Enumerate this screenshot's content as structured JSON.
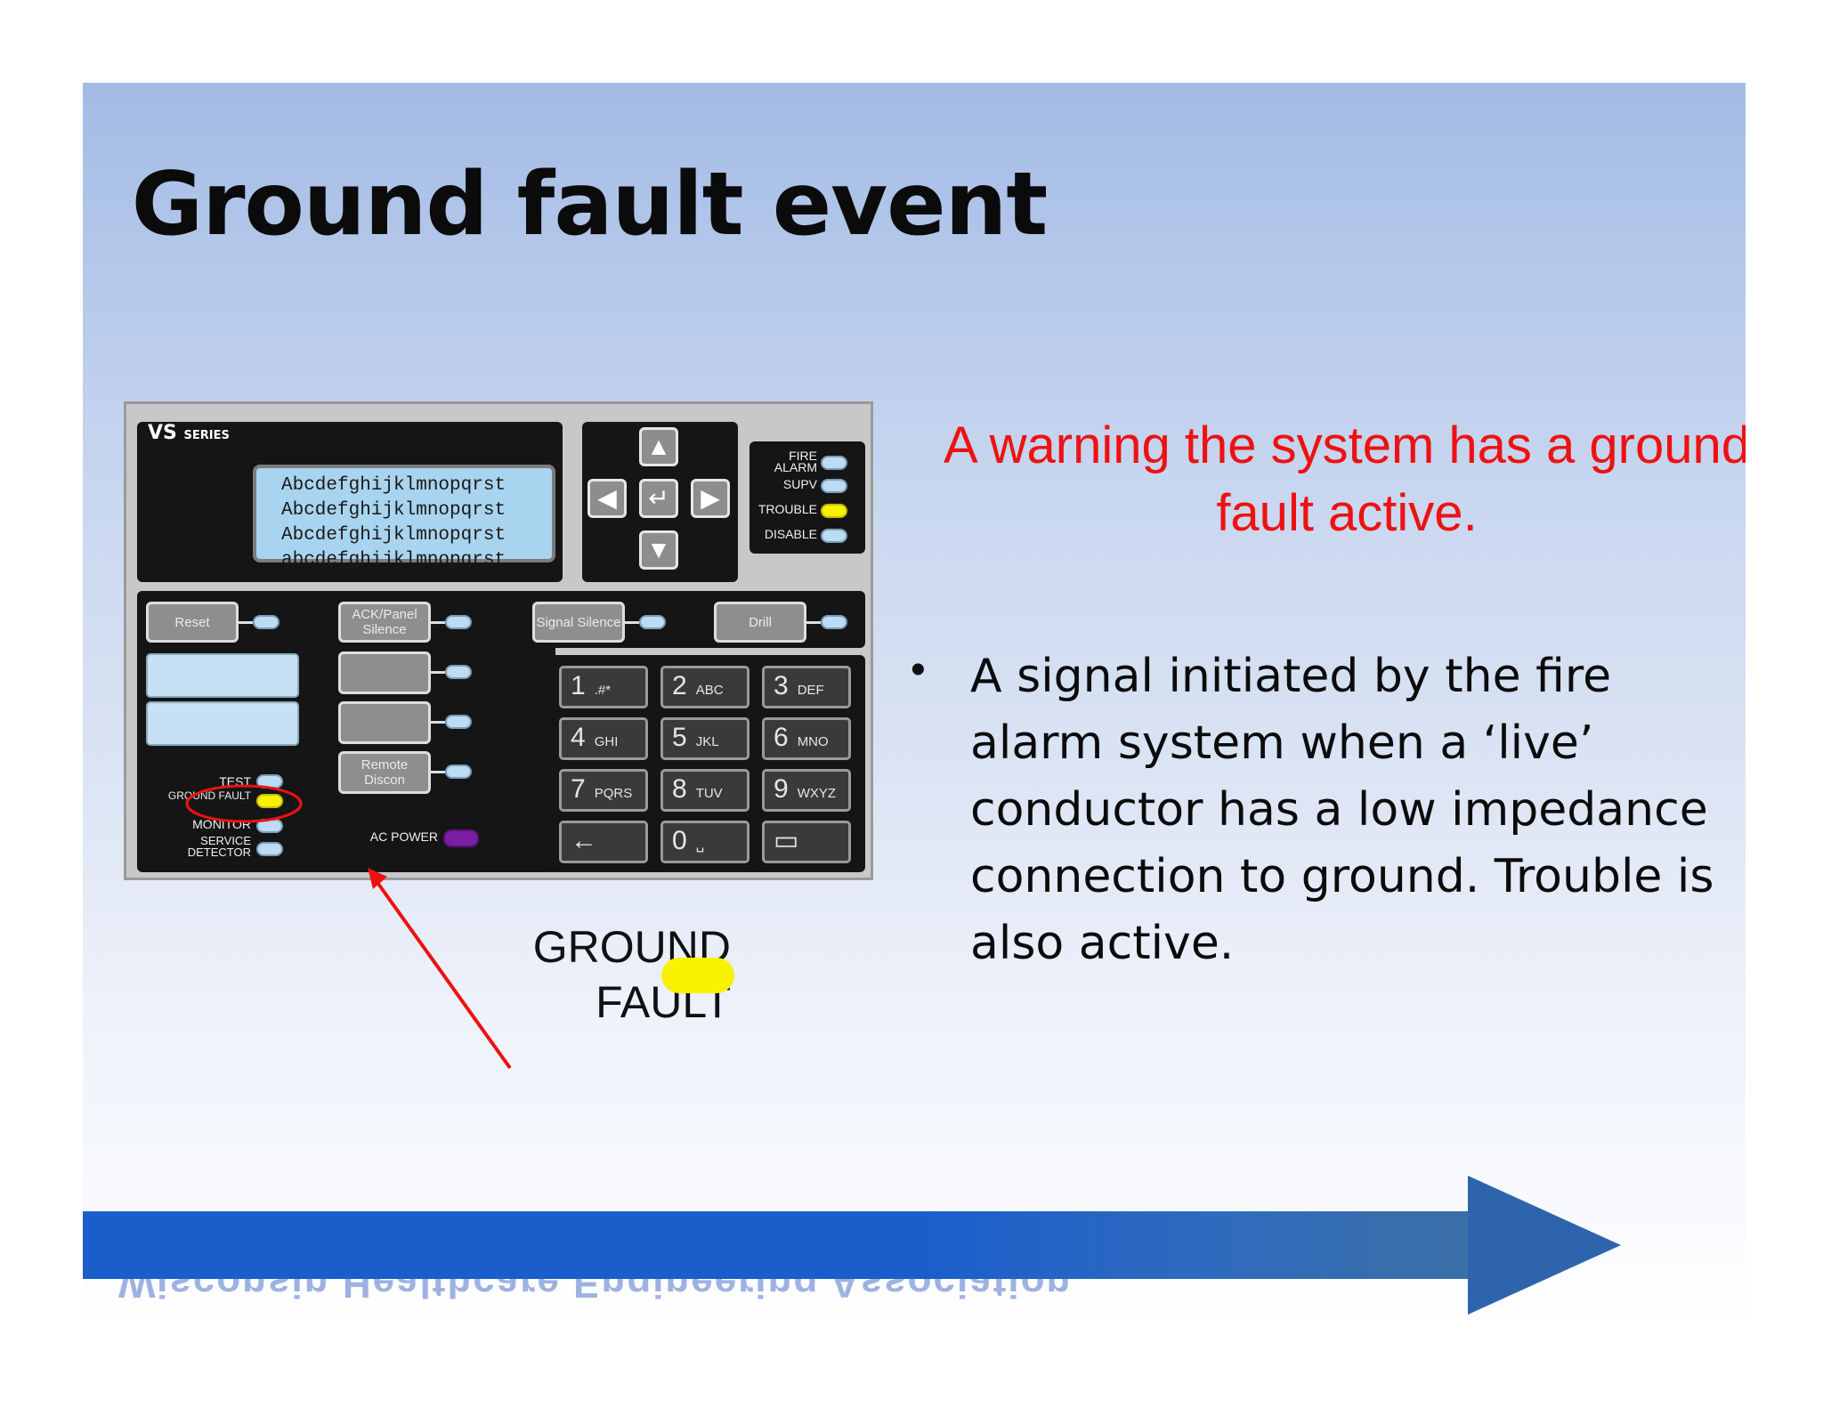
{
  "slide": {
    "title": "Ground fault event",
    "warning": "A warning the system has a ground fault active.",
    "bullet": "A signal initiated by the fire alarm system when a ‘live’ conductor has a low impedance connection to ground.  Trouble is also active.",
    "callout_line1": "GROUND",
    "callout_line2": "FAULT",
    "footer_ghost": "Wisconsin Healthcare Engineering Association"
  },
  "panel": {
    "brand": "VS",
    "brand_small": "SERIES",
    "lcd_lines": [
      "Abcdefghijklmnopqrst",
      "Abcdefghijklmnopqrst",
      "Abcdefghijklmnopqrst",
      "abcdefghijklmnopqrst"
    ],
    "indicators": {
      "fire_alarm": "FIRE\nALARM",
      "supv": "SUPV",
      "trouble": "TROUBLE",
      "disable": "DISABLE"
    },
    "buttons": {
      "reset": "Reset",
      "ack": "ACK/Panel Silence",
      "signal": "Signal Silence",
      "drill": "Drill",
      "remote": "Remote Discon"
    },
    "status": {
      "test": "TEST",
      "ground_fault": "GROUND FAULT",
      "monitor": "MONITOR",
      "service": "SERVICE DETECTOR",
      "ac_power": "AC POWER"
    },
    "keys": [
      {
        "n": "1",
        "l": ".#*"
      },
      {
        "n": "2",
        "l": "ABC"
      },
      {
        "n": "3",
        "l": "DEF"
      },
      {
        "n": "4",
        "l": "GHI"
      },
      {
        "n": "5",
        "l": "JKL"
      },
      {
        "n": "6",
        "l": "MNO"
      },
      {
        "n": "7",
        "l": "PQRS"
      },
      {
        "n": "8",
        "l": "TUV"
      },
      {
        "n": "9",
        "l": "WXYZ"
      },
      {
        "n": "←",
        "l": ""
      },
      {
        "n": "0",
        "l": "␣"
      },
      {
        "n": "▭",
        "l": ""
      }
    ],
    "led_colors": {
      "off": "#bcdcf3",
      "trouble": "#f8f200",
      "ac_power": "#7a1fa2"
    }
  }
}
